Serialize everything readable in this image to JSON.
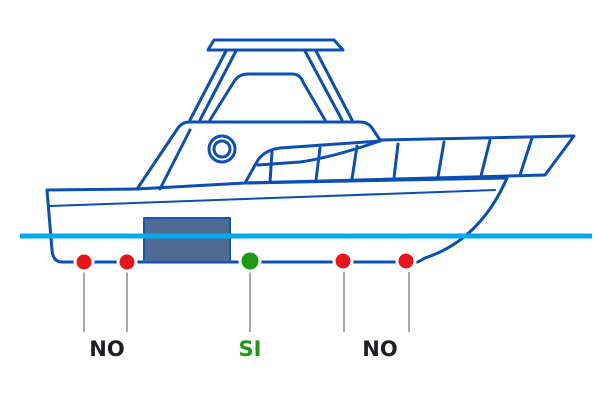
{
  "labels": {
    "left": "NO",
    "center": "SI",
    "right": "NO"
  },
  "colors": {
    "hull_outline": "#0b4fb3",
    "waterline": "#00aaee",
    "ballast_box": "#4f6b94",
    "no_marker": "#e8161b",
    "si_marker": "#1d9a14",
    "no_text": "#1e1e24",
    "si_text": "#1d9a14",
    "leader_line": "#8a8a8a"
  }
}
